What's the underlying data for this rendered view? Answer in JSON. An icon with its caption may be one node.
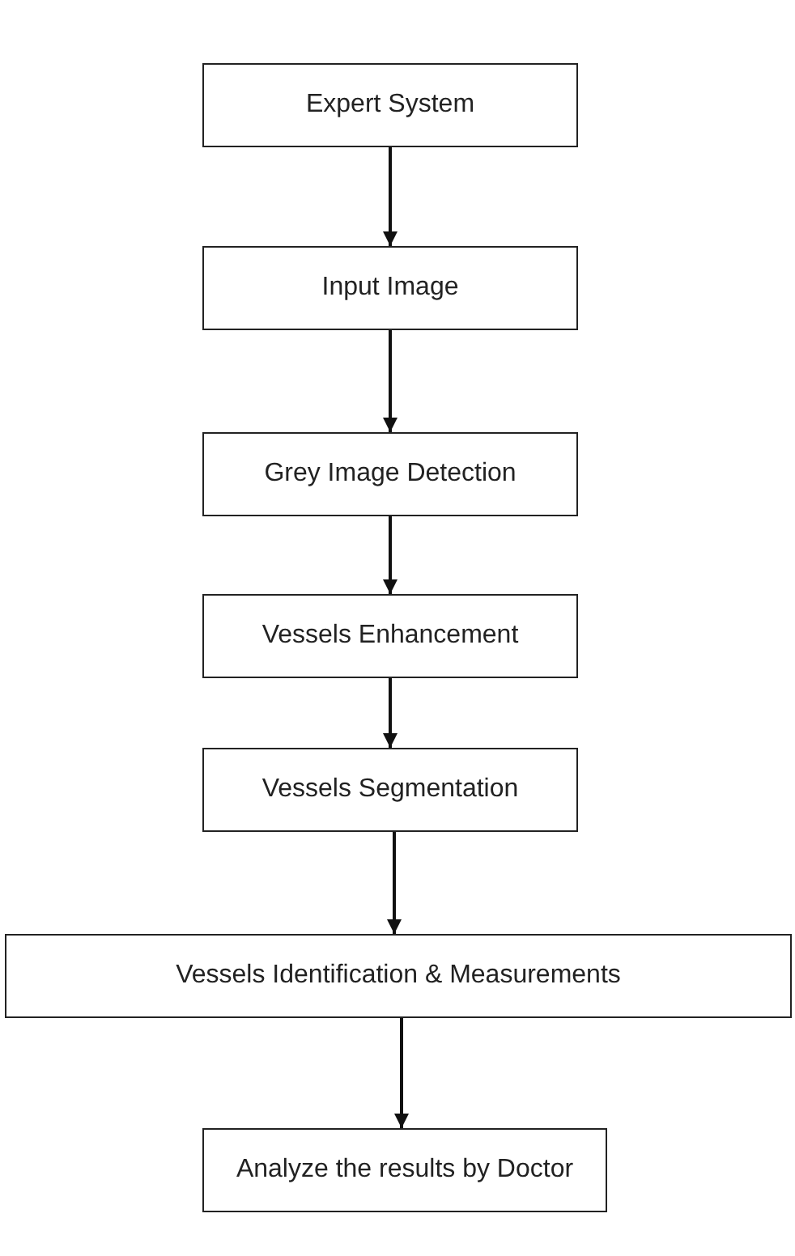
{
  "diagram": {
    "nodes": [
      {
        "text": [
          "Expert System"
        ]
      },
      {
        "text": [
          "Input Image"
        ]
      },
      {
        "text": [
          "Grey Image Detection"
        ]
      },
      {
        "text": [
          "Vessels Enhancement"
        ]
      },
      {
        "text": [
          "Vessels Segmentation"
        ]
      },
      {
        "text": [
          "Vessels Identification & Measurements"
        ]
      },
      {
        "text": [
          "Analyze the results by Doctor"
        ]
      }
    ],
    "edges": [
      {
        "from": 0,
        "to": 1,
        "arrow": "to"
      },
      {
        "from": 1,
        "to": 2,
        "arrow": "to"
      },
      {
        "from": 2,
        "to": 3,
        "arrow": "to"
      },
      {
        "from": 3,
        "to": 4,
        "arrow": "to"
      },
      {
        "from": 4,
        "to": 5,
        "arrow": "to"
      },
      {
        "from": 5,
        "to": 6,
        "arrow": "to"
      }
    ]
  }
}
